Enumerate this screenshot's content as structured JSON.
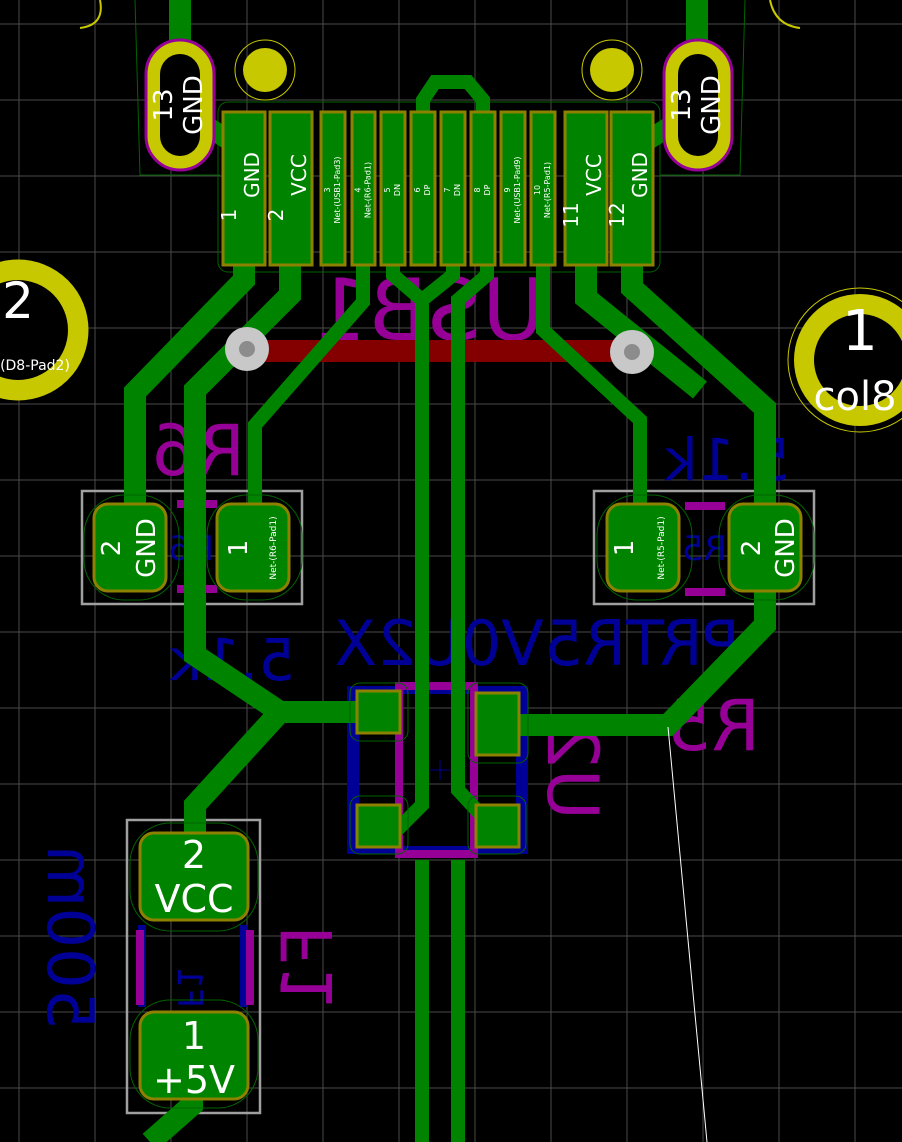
{
  "colors": {
    "copper": "#008400",
    "pad_outline": "#8c8200",
    "back_silk": "#000096",
    "fab": "#960096",
    "via": "#c8c8c8",
    "track_back": "#840000",
    "through_hole": "#c8c800",
    "grid": "#4a4a4a"
  },
  "usb_connector": {
    "reference": "USB1",
    "pads": [
      {
        "num": "1",
        "net": "GND"
      },
      {
        "num": "2",
        "net": "VCC"
      },
      {
        "num": "3",
        "net": "Net-(USB1-Pad3)"
      },
      {
        "num": "4",
        "net": "Net-(R6-Pad1)"
      },
      {
        "num": "5",
        "net": "DN"
      },
      {
        "num": "6",
        "net": "DP"
      },
      {
        "num": "7",
        "net": "DN"
      },
      {
        "num": "8",
        "net": "DP"
      },
      {
        "num": "9",
        "net": "Net-(USB1-Pad9)"
      },
      {
        "num": "10",
        "net": "Net-(R5-Pad1)"
      },
      {
        "num": "11",
        "net": "VCC"
      },
      {
        "num": "12",
        "net": "GND"
      }
    ],
    "shield_left": {
      "num": "13",
      "net": "GND"
    },
    "shield_right": {
      "num": "13",
      "net": "GND"
    }
  },
  "r6": {
    "reference": "R6",
    "value": "5.1k",
    "pad1": {
      "num": "1",
      "net": "Net-(R6-Pad1)"
    },
    "pad2": {
      "num": "2",
      "net": "GND"
    }
  },
  "r5": {
    "reference": "R5",
    "value": "5.1k",
    "pad1": {
      "num": "1",
      "net": "Net-(R5-Pad1)"
    },
    "pad2": {
      "num": "2",
      "net": "GND"
    }
  },
  "u2": {
    "reference": "U2",
    "value": "PRTR5V0U2X"
  },
  "f1": {
    "reference": "F1",
    "value": "500m",
    "pad2": {
      "num": "2",
      "net": "VCC"
    },
    "pad1": {
      "num": "1",
      "net": "+5V"
    }
  },
  "left_pad": {
    "num": "2",
    "net": "(D8-Pad2)"
  },
  "right_pad": {
    "num": "1",
    "net": "col8"
  }
}
